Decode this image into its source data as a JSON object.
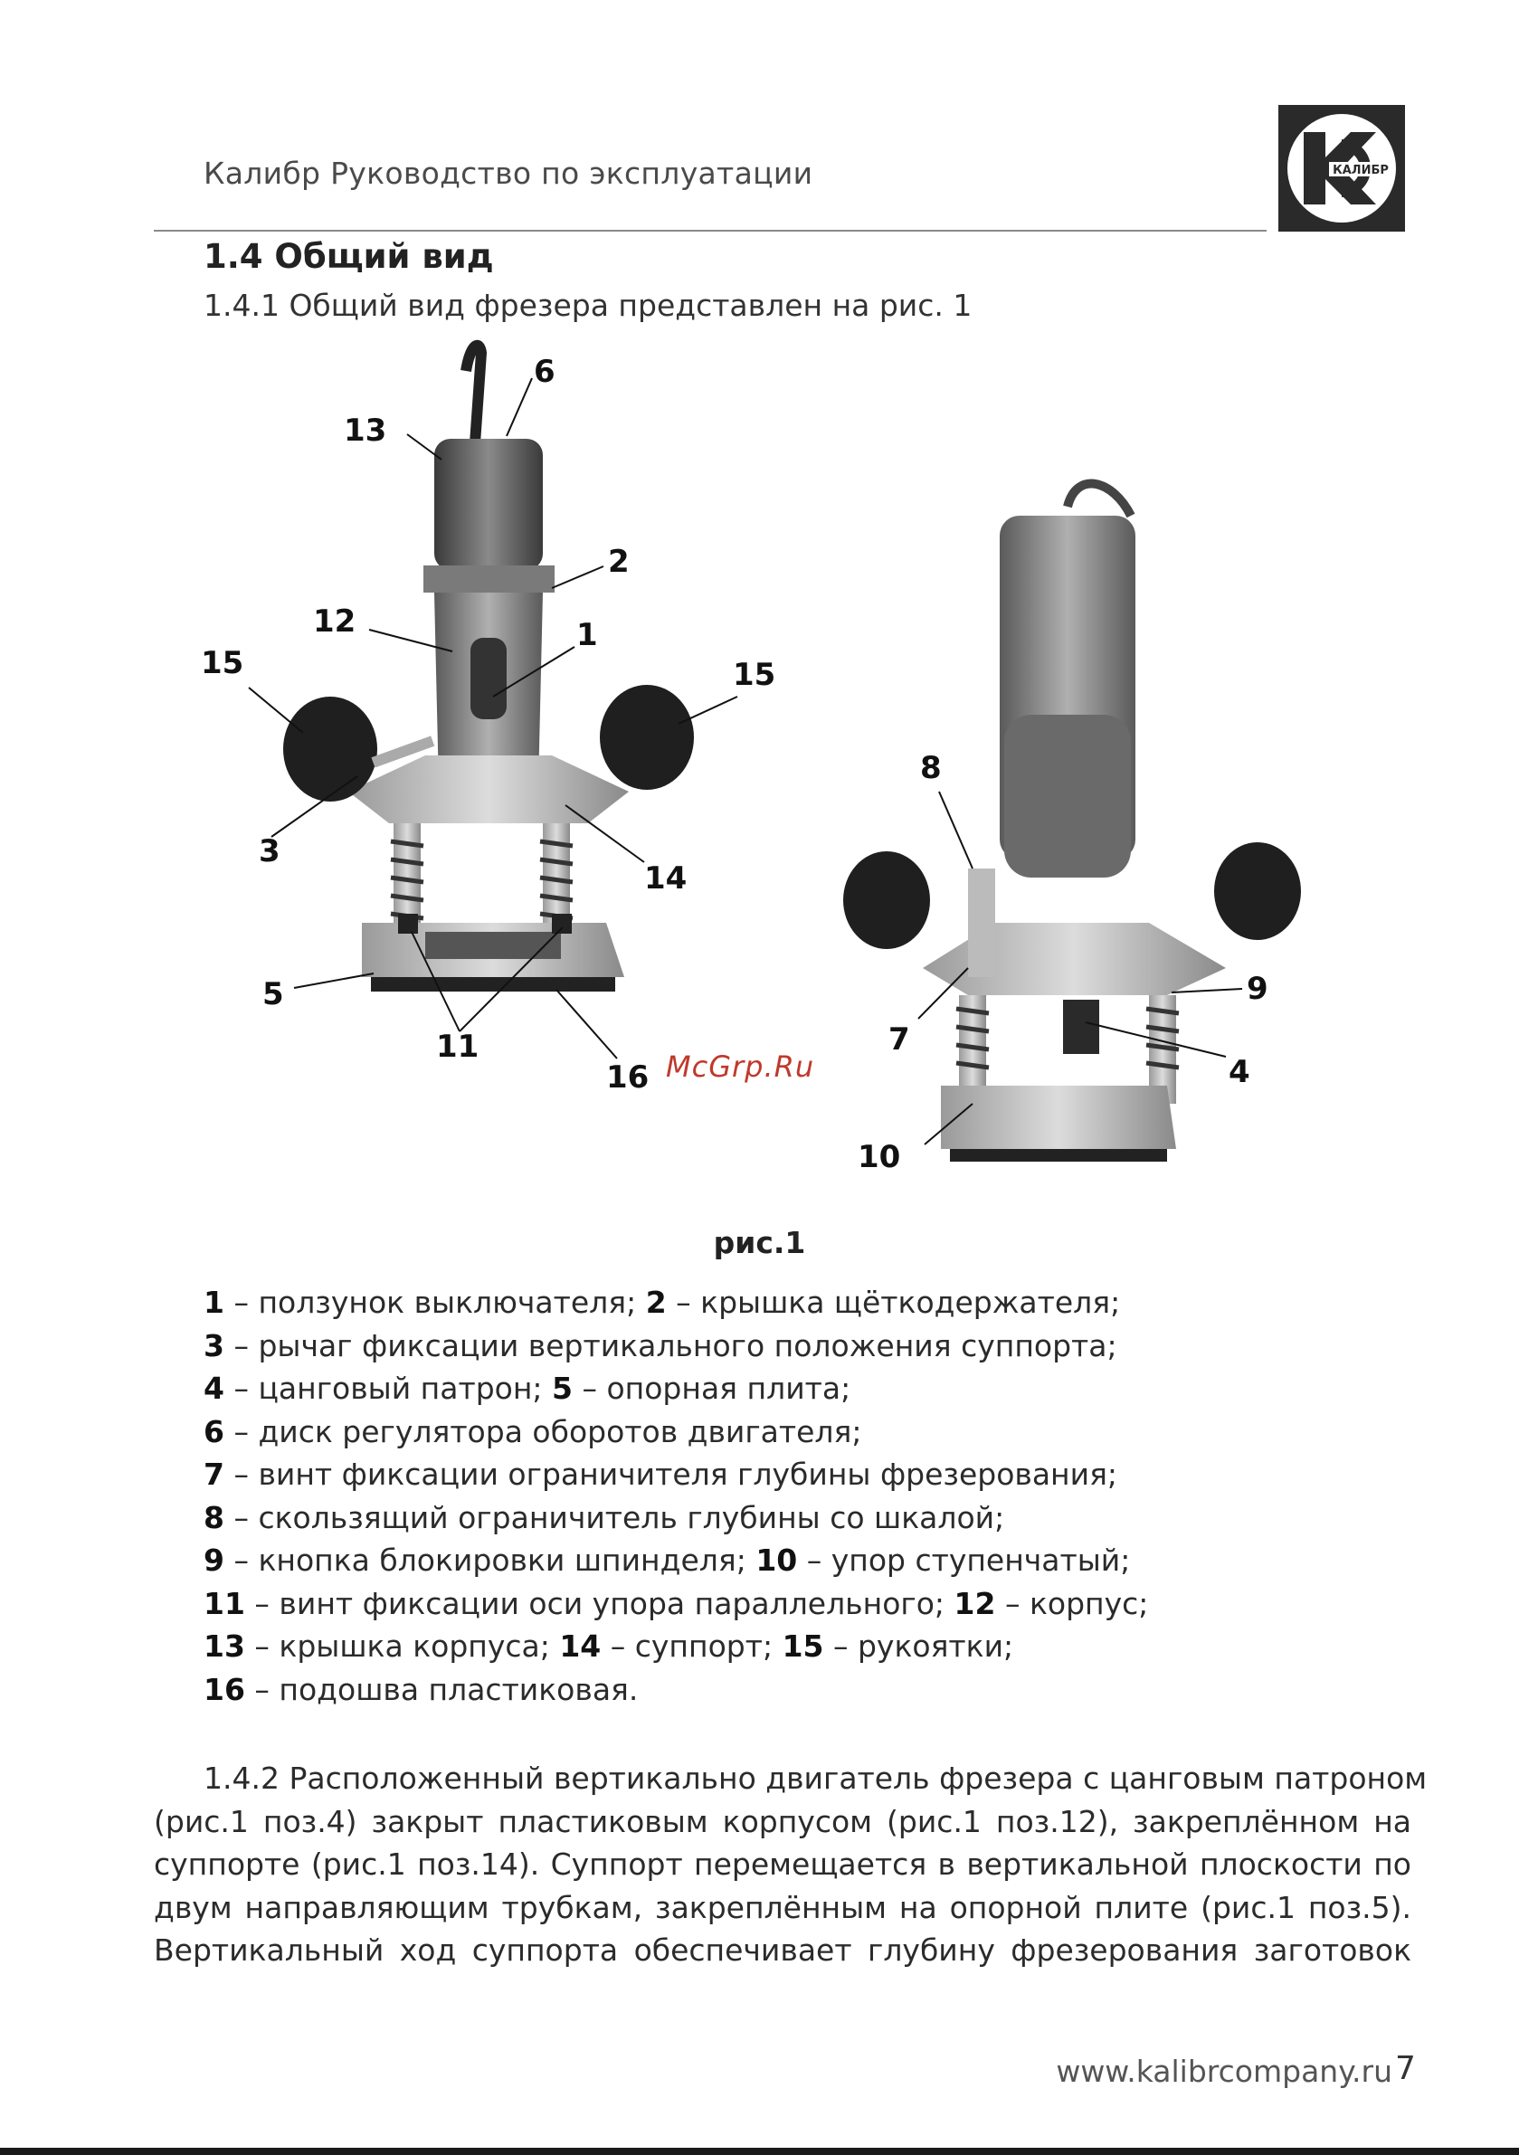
{
  "header": {
    "title": "Калибр Руководство по эксплуатации",
    "logo_text": "КАЛИБР"
  },
  "section": {
    "title": "1.4 Общий вид",
    "subtitle": "1.4.1 Общий вид фрезера представлен на рис. 1"
  },
  "figure": {
    "callouts_left": [
      "6",
      "13",
      "2",
      "12",
      "1",
      "15",
      "15",
      "3",
      "14",
      "5",
      "11",
      "16"
    ],
    "callouts_right": [
      "8",
      "9",
      "7",
      "4",
      "10"
    ],
    "watermark": "McGrp.Ru",
    "caption": "рис.1"
  },
  "legend": [
    [
      {
        "b": "1"
      },
      {
        "t": " – ползунок выключателя; "
      },
      {
        "b": "2"
      },
      {
        "t": " – крышка щёткодержателя;"
      }
    ],
    [
      {
        "b": "3"
      },
      {
        "t": " – рычаг фиксации вертикального положения суппорта;"
      }
    ],
    [
      {
        "b": "4"
      },
      {
        "t": " – цанговый патрон; "
      },
      {
        "b": "5"
      },
      {
        "t": " – опорная плита;"
      }
    ],
    [
      {
        "b": "6"
      },
      {
        "t": " – диск регулятора оборотов двигателя;"
      }
    ],
    [
      {
        "b": "7"
      },
      {
        "t": " – винт фиксации ограничителя глубины фрезерования;"
      }
    ],
    [
      {
        "b": "8"
      },
      {
        "t": " – скользящий ограничитель глубины со шкалой;"
      }
    ],
    [
      {
        "b": "9"
      },
      {
        "t": " – кнопка блокировки шпинделя; "
      },
      {
        "b": "10"
      },
      {
        "t": " – упор ступенчатый;"
      }
    ],
    [
      {
        "b": "11"
      },
      {
        "t": " – винт фиксации оси упора параллельного; "
      },
      {
        "b": "12"
      },
      {
        "t": " – корпус;"
      }
    ],
    [
      {
        "b": "13"
      },
      {
        "t": " – крышка корпуса; "
      },
      {
        "b": "14"
      },
      {
        "t": " – суппорт; "
      },
      {
        "b": "15"
      },
      {
        "t": " – рукоятки;"
      }
    ],
    [
      {
        "b": "16"
      },
      {
        "t": " – подошва пластиковая."
      }
    ]
  ],
  "paragraph": {
    "lines": [
      "1.4.2 Расположенный вертикально двигатель фрезера с цанговым патроном",
      "(рис.1 поз.4) закрыт пластиковым корпусом (рис.1 поз.12), закреплённом на",
      "суппорте (рис.1 поз.14). Суппорт перемещается в вертикальной плоскости по",
      "двум направляющим трубкам, закреплённым на опорной плите (рис.1 поз.5).",
      "Вертикальный ход суппорта обеспечивает глубину фрезерования заготовок"
    ]
  },
  "footer": {
    "url": "www.kalibrcompany.ru",
    "page": "7"
  }
}
